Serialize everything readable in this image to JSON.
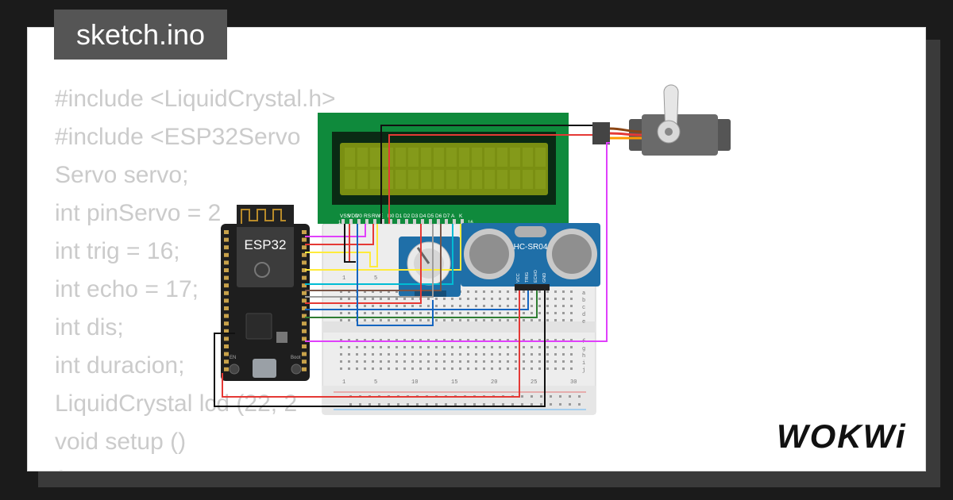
{
  "tab": {
    "filename": "sketch.ino"
  },
  "code_lines": [
    "#include <LiquidCrystal.h>",
    "#include <ESP32Servo",
    "Servo servo;",
    "int pinServo = 2",
    "int trig = 16;",
    "int echo = 17;",
    "int dis;",
    "int duracion;",
    "LiquidCrystal lcd (22, 2",
    "void setup ()",
    "{"
  ],
  "esp32": {
    "label": "ESP32",
    "boot_label": "Boot",
    "en_label": "EN"
  },
  "lcd": {
    "pin_labels": [
      "VSS",
      "VDD",
      "V0",
      "RS",
      "RW",
      "E",
      "D0",
      "D1",
      "D2",
      "D3",
      "D4",
      "D5",
      "D6",
      "D7",
      "A",
      "K"
    ],
    "pin_first": "1",
    "pin_last": "16"
  },
  "sensor": {
    "label": "HC-SR04",
    "pins": [
      "VCC",
      "TRIG",
      "ECHO",
      "GND"
    ]
  },
  "breadboard": {
    "col_numbers": [
      "1",
      "5",
      "10",
      "15",
      "20",
      "25",
      "30"
    ],
    "row_letters_top": [
      "a",
      "b",
      "c",
      "d",
      "e"
    ],
    "row_letters_bottom": [
      "f",
      "g",
      "h",
      "i",
      "j"
    ]
  },
  "brand": {
    "logo": "WOKWi"
  },
  "colors": {
    "background": "#1b1b1b",
    "code_text": "#cbcbcb",
    "tab_bg": "#555555",
    "lcd_board": "#0f8a3c",
    "lcd_screen": "#7a8f12",
    "esp32_board": "#1e1e1e",
    "sensor_board": "#1f6fa8",
    "pot_board": "#1f6fa8",
    "servo_body": "#555555"
  }
}
